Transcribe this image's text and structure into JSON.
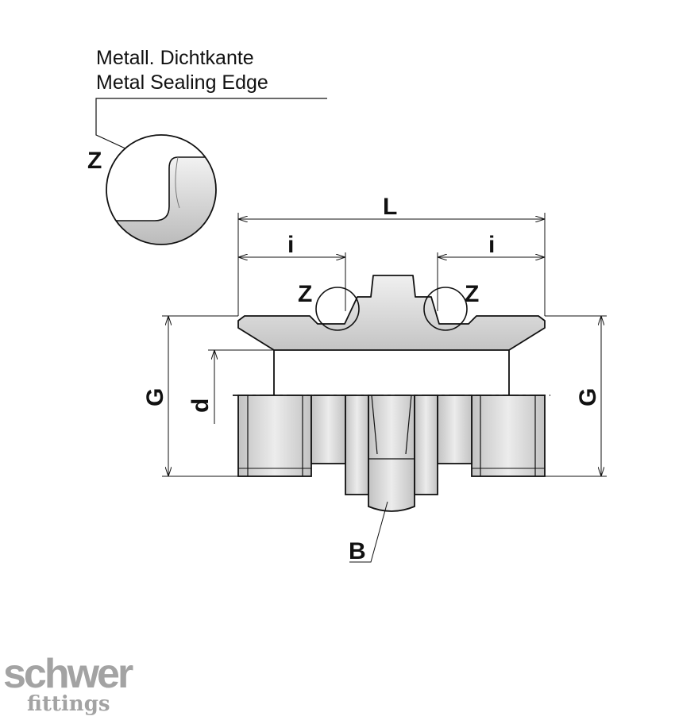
{
  "note": {
    "line1": "Metall. Dichtkante",
    "line2": "Metal Sealing Edge"
  },
  "labels": {
    "detail_z": "Z",
    "length": "L",
    "insert_left": "i",
    "insert_right": "i",
    "seal_left": "Z",
    "seal_right": "Z",
    "thread_left": "G",
    "thread_right": "G",
    "bore": "d",
    "hex": "B"
  },
  "logo": {
    "top": "schwer",
    "bottom": "fittings"
  },
  "colors": {
    "outline": "#111111",
    "fill_light": "#e2e2e2",
    "fill_dark": "#bdbdbd",
    "logo": "#a3a3a3"
  }
}
